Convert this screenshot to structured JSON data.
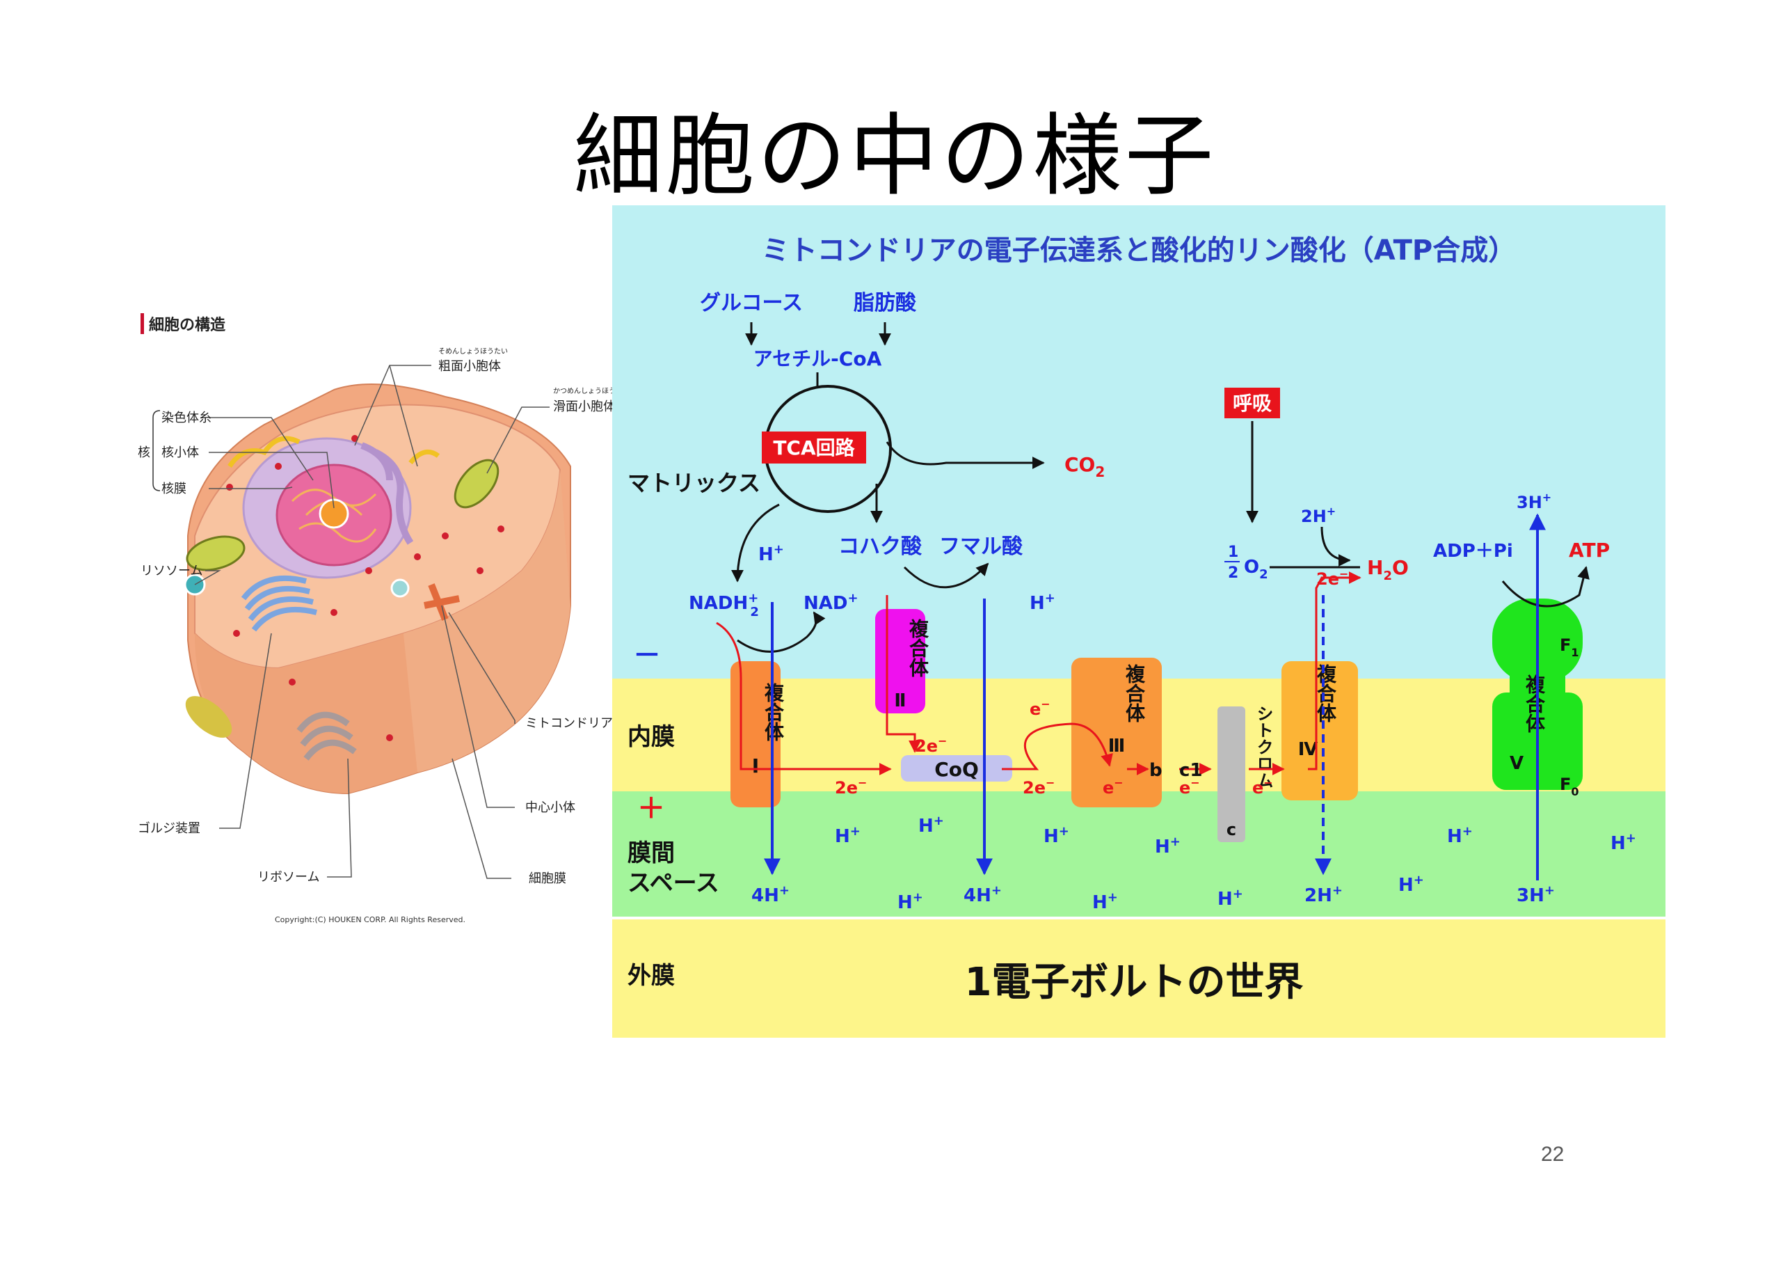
{
  "slide": {
    "title": "細胞の中の様子",
    "page_number": "22"
  },
  "cell": {
    "title": "細胞の構造",
    "copyright": "Copyright:(C) HOUKEN CORP. All Rights Reserved.",
    "nucleus_group": "核",
    "labels": {
      "rough_er_ruby": "そめんしょうほうたい",
      "rough_er": "粗面小胞体",
      "smooth_er_ruby": "かつめんしょうほうたい",
      "smooth_er": "滑面小胞体",
      "chromatin": "染色体糸",
      "nucleolus": "核小体",
      "nuclear_membrane": "核膜",
      "lysosome": "リソソーム",
      "mitochondria": "ミトコンドリア",
      "centriole": "中心小体",
      "golgi": "ゴルジ装置",
      "ribosome": "リボソーム",
      "cell_membrane": "細胞膜"
    }
  },
  "mito": {
    "title": "ミトコンドリアの電子伝達系と酸化的リン酸化（ATP合成）",
    "glucose": "グルコース",
    "fatty_acid": "脂肪酸",
    "acetyl_coa": "アセチル-CoA",
    "tca": "TCA回路",
    "co2": "CO",
    "co2_sub": "2",
    "respiration": "呼吸",
    "matrix": "マトリックス",
    "minus": "－",
    "plus": "＋",
    "inner_membrane": "内膜",
    "intermembrane_1": "膜間",
    "intermembrane_2": "スペース",
    "outer_membrane": "外膜",
    "nadh": "NADH",
    "nadh_sub": "2",
    "nadh_sup": "+",
    "nad": "NAD",
    "nad_sup": "+",
    "succinate": "コハク酸",
    "fumarate": "フマル酸",
    "h_plus": "H",
    "plus_sign": "+",
    "four_h": "4H",
    "two_h": "2H",
    "three_h": "3H",
    "coq": "CoQ",
    "two_e": "2e",
    "e_minus": "e",
    "minus_sign": "−",
    "b": "b",
    "c1": "c1",
    "half_num": "1",
    "half_den": "2",
    "o2": "O",
    "o2_sub": "2",
    "h2o_h": "H",
    "h2o_sub": "2",
    "h2o_o": "O",
    "adp_pi": "ADP＋Pi",
    "atp": "ATP",
    "complex": "複合体",
    "complex_1_num": "Ⅰ",
    "complex_2_num": "Ⅱ",
    "complex_3_num": "Ⅲ",
    "complex_4_num": "Ⅳ",
    "complex_5_num": "Ⅴ",
    "cytochrome": "シトクロム",
    "cytochrome_c": "c",
    "f1": "F",
    "f1_sub": "1",
    "f0": "F",
    "f0_sub": "0",
    "world": "1電子ボルトの世界"
  },
  "colors": {
    "matrix_bg": "#bdf0f3",
    "inner_membrane_bg": "#fdf58a",
    "intermembrane_bg": "#a3f59b",
    "outer_membrane_bg": "#fdf58a",
    "title_blue": "#2a3fc2",
    "label_red": "#e8141c",
    "complex1": "#f98a3c",
    "complex2": "#ef11ee",
    "complex3": "#f9983c",
    "complex4": "#fcb436",
    "complex5": "#1fe51d",
    "coq": "#c3c3ef",
    "cytochrome": "#bdbdbd"
  }
}
